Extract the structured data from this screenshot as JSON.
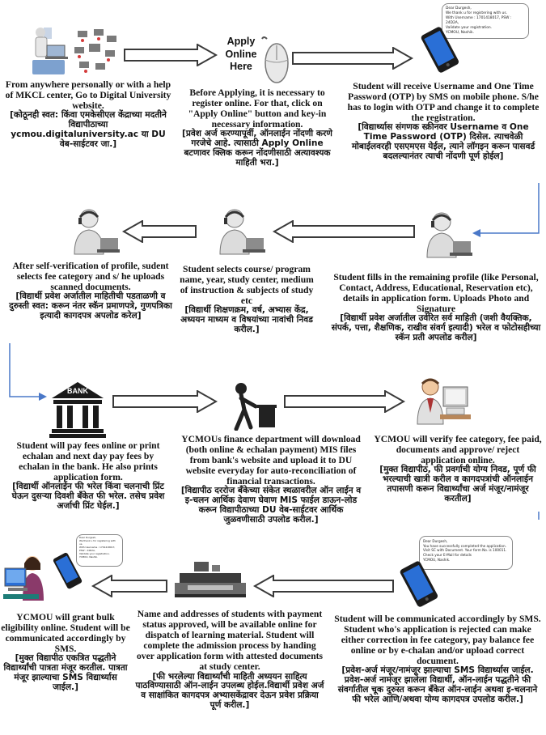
{
  "colors": {
    "arrow_fill": "#ffffff",
    "arrow_stroke": "#3a3a3a",
    "connector": "#4a78c8",
    "phone": "#2a6fd6"
  },
  "step1": {
    "en": "From anywhere personally or with a help of MKCL center, Go to Digital University website.",
    "mr": "[कोठूनही स्वत: किंवा एमकेसीएल केंद्राच्या मदतीने विद्यापीठाच्या ycmou.digitaluniversity.ac या DU वेब-साईटवर जा.]"
  },
  "step2": {
    "button_label": "Apply Online Here",
    "en": "Before Applying, it is necessary to register online. For that, click on \"Apply Online\" button and key-in necessary information.",
    "mr": "[प्रवेश अर्ज करण्यापूर्वी, ऑनलाईन नोंदणी करणे गरजेचे आहे. त्यासाठी Apply Online बटणावर क्लिक करून नोंदणीसाठी अत्यावश्यक माहिती भरा.]"
  },
  "sms1": {
    "lines": [
      "Dear Durgesh,",
      "We thank u for registering with us.",
      "With Username : 1701418017, PSW : 24D2A,",
      "Validate your registration.",
      "YCMOU, Nashik."
    ]
  },
  "step3": {
    "en": "Student will receive Username and One Time Password (OTP) by SMS on mobile phone. S/he has to login with OTP and change it to complete the registration.",
    "mr": "[विद्यार्थ्यास संगणक स्क्रीनवर Username व One Time Password (OTP) दिसेल. त्याचवेळी मोबाईलवरही एसएमएस येईल, त्याने लॉगइन करून पासवर्ड बदलल्यानंतर त्याची नोंदणी पूर्ण होईल]"
  },
  "step4": {
    "en": "Student fills in the remaining profile (like Personal, Contact, Address, Educational, Reservation etc), details in application form. Uploads Photo and Signature",
    "mr": "[विद्यार्थी प्रवेश अर्जातील उर्वरित सर्व माहिती (जशी वैयक्तिक, संपर्क, पत्ता, शैक्षणिक, राखीव संवर्ग इत्यादी) भरेल व फोटोसहीच्या स्कॅन प्रती अपलोड करील]"
  },
  "step5": {
    "en": "Student selects course/ program name, year, study center, medium of instruction & subjects of study etc",
    "mr": "[विद्यार्थी शिक्षणक्रम, वर्ष, अभ्यास केंद्र, अध्ययन माध्यम व विषयांच्या नावांची निवड करील.]"
  },
  "step6": {
    "en": "After self-verification of profile, sudent selects fee category and s/ he uploads scanned documents.",
    "mr": "[विद्यार्थी प्रवेश अर्जातील माहितीची पडताळणी व दुरुस्ती स्वत: करून नंतर स्कॅन प्रमाणपत्रे, गुणपत्रिका इत्यादी कागदपत्र अपलोड करेल]"
  },
  "step7": {
    "bank_label": "BANK",
    "en": "Student will pay fees online or print echalan and next day pay fees by echalan in the bank. He also prints application form.",
    "mr": "[विद्यार्थी ऑनलाईन फी भरेल किंवा चलनाची प्रिंट घेऊन दुसऱ्या दिवशी बँकेत फी भरेल. तसेच प्रवेश अर्जाची प्रिंट घेईल.]"
  },
  "step8": {
    "en": "YCMOUs finance department will download (both online & echalan payment) MIS files from bank's website and upload it to DU website everyday for auto-reconciliation of financial transactions.",
    "mr": "[विद्यापीठ दररोज बँकेच्या संकेत स्थळावरील ऑन लाईन व इ-चलन आर्थिक देवाण घेवाण MIS फाईल डाऊन-लोड करून विद्यापीठाच्या DU वेब-साईटवर आर्थिक जुळवणीसाठी उपलोड करील.]"
  },
  "step9": {
    "en": "YCMOU will verify fee category, fee paid, documents and approve/ reject application online.",
    "mr": "[मुक्त विद्यापीठ, फी प्रवर्गाची योग्य निवड, पूर्ण फी भरल्याची खात्री करील व कागदपत्रांची ऑनलाईन तपासणी करून विद्यार्थ्यांचा अर्ज मंजूर/नामंजूर करतील]"
  },
  "sms2": {
    "lines": [
      "Dear Durgesh,",
      "You have successfully completed the application.",
      "Visit SC with Document. Your form No. is 100011.",
      "Check your E-Mail for details",
      "YCMOU, Nashik."
    ]
  },
  "step10": {
    "en": "Student will be communicated accordingly by SMS. Student who's application is rejected can make either correction in fee category, pay balance fee online or by e-chalan and/or upload correct document.",
    "mr": "[प्रवेश-अर्ज मंजूर/नामंजूर झाल्याचा SMS विद्यार्थ्यास जाईल. प्रवेश-अर्ज नामंजूर झालेला विद्यार्थी, ऑन-लाईन पद्धतीने फी संवर्गातील चूक दुरुस्त करून बँकेत ऑन-लाईन अथवा इ-चलनाने फी भरेल आणि/अथवा योग्य कागदपत्र उपलोड करील.]"
  },
  "step11": {
    "en": "Name and addresses of students with payment status approved, will be available online for dispatch of learning material. Student will complete the admission process by handing over application form with attested documents at study center.",
    "mr": "[फी भरलेल्या विद्यार्थ्यांची माहिती अध्ययन साहित्य पाठविण्यासाठी ऑन-लाईन उपलब्ध होईल.विद्यार्थी प्रवेश अर्ज व साक्षांकित कागदपत्र अभ्यासकेंद्रावर देऊन प्रवेश प्रक्रिया पूर्ण करील.]"
  },
  "sms3": {
    "lines": [
      "Dear Durgesh,",
      "We thank u for registering with us.",
      "With Username : 1701418017, PSW : 24D2A,",
      "Validate your registration.",
      "YCMOU, Nashik."
    ]
  },
  "step12": {
    "en": "YCMOU will grant bulk eligibility online. Student will be communicated accordingly by SMS.",
    "mr": "[मुक्त विद्यापीठ एकत्रित पद्धतीने विद्यार्थ्यांची पात्रता मंजूर करतील. पात्रता मंजूर झाल्याचा SMS विद्यार्थ्यास जाईल.]"
  }
}
